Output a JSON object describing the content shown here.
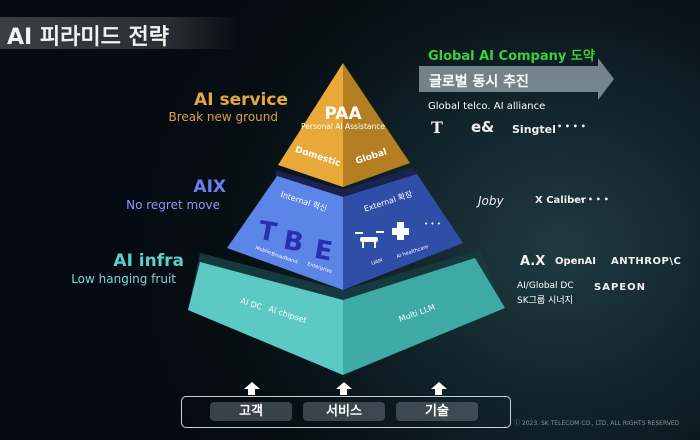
{
  "title": "AI 피라미드 전략",
  "levels": {
    "service": {
      "label": "AI service",
      "sub": "Break new ground",
      "color": "#e8a83a"
    },
    "aix": {
      "label": "AIX",
      "sub": "No regret move",
      "color": "#6a7ff0"
    },
    "infra": {
      "label": "AI infra",
      "sub": "Low hanging fruit",
      "color": "#5fd0c8"
    }
  },
  "pyramid": {
    "top": {
      "title": "PAA",
      "subtitle": "Personal AI Assistance",
      "left": "Domestic",
      "right": "Global"
    },
    "middle": {
      "left_title": "Internal 혁신",
      "right_title": "External 확장",
      "tbe": [
        "T",
        "B",
        "E"
      ],
      "tbe_labels": [
        "Mobile",
        "Broadband",
        "Enterprise"
      ],
      "uam": "UAM",
      "healthcare": "AI healthcare",
      "more": "• • •"
    },
    "bottom": {
      "left1": "AI DC",
      "left2": "AI chipset",
      "right": "Multi LLM"
    }
  },
  "right": {
    "headline": "Global AI Company 도약",
    "arrow_text": "글로벌 동시 추진",
    "alliance_title": "Global telco. AI alliance",
    "alliance_logos": [
      "T",
      "e&",
      "Singtel",
      "• • • •"
    ],
    "aix_logos": [
      "Joby",
      "X Caliber",
      "• • • •"
    ],
    "infra_logos": [
      "A.X",
      "OpenAI",
      "ANTHROP\\C"
    ],
    "infra_text1": "AI/Global DC",
    "infra_text2": "SK그룹 시너지",
    "sapeon": "SAPEON"
  },
  "bottom_buttons": [
    "고객",
    "서비스",
    "기술"
  ],
  "copyright": "ⓒ 2023. SK TELECOM CO., LTD. ALL RIGHTS RESERVED"
}
